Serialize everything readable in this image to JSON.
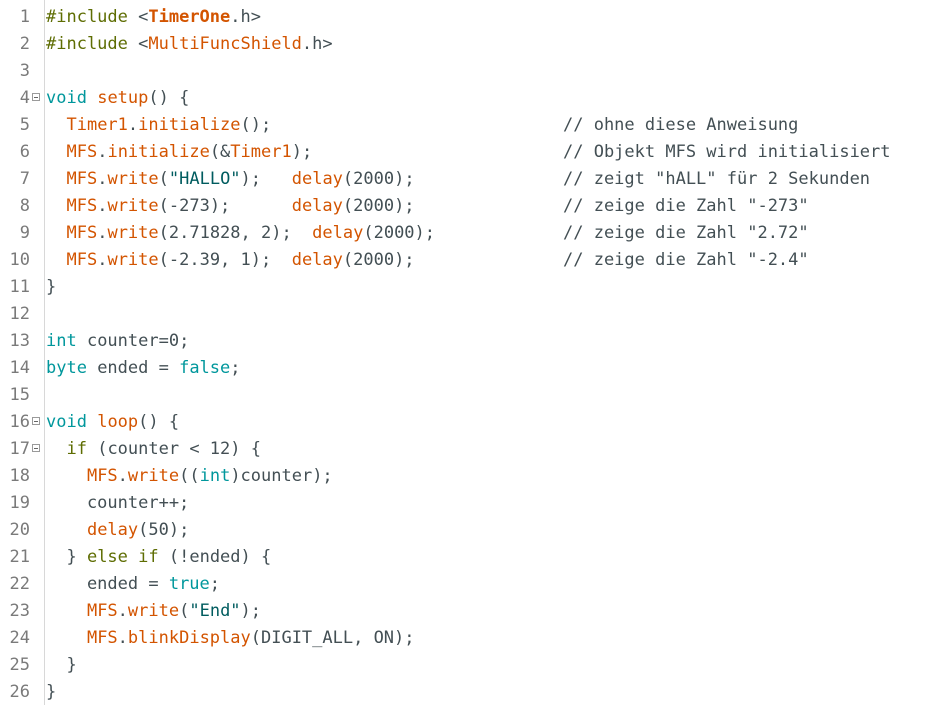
{
  "editor": {
    "lines": [
      {
        "num": "1",
        "fold": false,
        "tokens": [
          {
            "t": "#include ",
            "c": "pre"
          },
          {
            "t": "<",
            "c": "pl"
          },
          {
            "t": "TimerOne",
            "c": "hdr"
          },
          {
            "t": ".h>",
            "c": "pl"
          }
        ],
        "comment": ""
      },
      {
        "num": "2",
        "fold": false,
        "tokens": [
          {
            "t": "#include ",
            "c": "pre"
          },
          {
            "t": "<",
            "c": "pl"
          },
          {
            "t": "MultiFuncShield",
            "c": "fn"
          },
          {
            "t": ".h>",
            "c": "pl"
          }
        ],
        "comment": ""
      },
      {
        "num": "3",
        "fold": false,
        "tokens": [],
        "comment": ""
      },
      {
        "num": "4",
        "fold": true,
        "tokens": [
          {
            "t": "void",
            "c": "kw"
          },
          {
            "t": " ",
            "c": "pl"
          },
          {
            "t": "setup",
            "c": "fn"
          },
          {
            "t": "() {",
            "c": "pl"
          }
        ],
        "comment": ""
      },
      {
        "num": "5",
        "fold": false,
        "tokens": [
          {
            "t": "  ",
            "c": "pl"
          },
          {
            "t": "Timer1",
            "c": "fn"
          },
          {
            "t": ".",
            "c": "pl"
          },
          {
            "t": "initialize",
            "c": "fn"
          },
          {
            "t": "();",
            "c": "pl"
          }
        ],
        "comment": "// ohne diese Anweisung"
      },
      {
        "num": "6",
        "fold": false,
        "tokens": [
          {
            "t": "  ",
            "c": "pl"
          },
          {
            "t": "MFS",
            "c": "fn"
          },
          {
            "t": ".",
            "c": "pl"
          },
          {
            "t": "initialize",
            "c": "fn"
          },
          {
            "t": "(&",
            "c": "pl"
          },
          {
            "t": "Timer1",
            "c": "fn"
          },
          {
            "t": ");",
            "c": "pl"
          }
        ],
        "comment": "// Objekt MFS wird initialisiert"
      },
      {
        "num": "7",
        "fold": false,
        "tokens": [
          {
            "t": "  ",
            "c": "pl"
          },
          {
            "t": "MFS",
            "c": "fn"
          },
          {
            "t": ".",
            "c": "pl"
          },
          {
            "t": "write",
            "c": "fn"
          },
          {
            "t": "(",
            "c": "pl"
          },
          {
            "t": "\"HALLO\"",
            "c": "str"
          },
          {
            "t": ");   ",
            "c": "pl"
          },
          {
            "t": "delay",
            "c": "fn"
          },
          {
            "t": "(2000);",
            "c": "pl"
          }
        ],
        "comment": "// zeigt \"hALL\" für 2 Sekunden"
      },
      {
        "num": "8",
        "fold": false,
        "tokens": [
          {
            "t": "  ",
            "c": "pl"
          },
          {
            "t": "MFS",
            "c": "fn"
          },
          {
            "t": ".",
            "c": "pl"
          },
          {
            "t": "write",
            "c": "fn"
          },
          {
            "t": "(-273);      ",
            "c": "pl"
          },
          {
            "t": "delay",
            "c": "fn"
          },
          {
            "t": "(2000);",
            "c": "pl"
          }
        ],
        "comment": "// zeige die Zahl \"-273\""
      },
      {
        "num": "9",
        "fold": false,
        "tokens": [
          {
            "t": "  ",
            "c": "pl"
          },
          {
            "t": "MFS",
            "c": "fn"
          },
          {
            "t": ".",
            "c": "pl"
          },
          {
            "t": "write",
            "c": "fn"
          },
          {
            "t": "(2.71828, 2);  ",
            "c": "pl"
          },
          {
            "t": "delay",
            "c": "fn"
          },
          {
            "t": "(2000);",
            "c": "pl"
          }
        ],
        "comment": "// zeige die Zahl \"2.72\""
      },
      {
        "num": "10",
        "fold": false,
        "tokens": [
          {
            "t": "  ",
            "c": "pl"
          },
          {
            "t": "MFS",
            "c": "fn"
          },
          {
            "t": ".",
            "c": "pl"
          },
          {
            "t": "write",
            "c": "fn"
          },
          {
            "t": "(-2.39, 1);  ",
            "c": "pl"
          },
          {
            "t": "delay",
            "c": "fn"
          },
          {
            "t": "(2000);",
            "c": "pl"
          }
        ],
        "comment": "// zeige die Zahl \"-2.4\""
      },
      {
        "num": "11",
        "fold": false,
        "tokens": [
          {
            "t": "}",
            "c": "pl"
          }
        ],
        "comment": ""
      },
      {
        "num": "12",
        "fold": false,
        "tokens": [],
        "comment": ""
      },
      {
        "num": "13",
        "fold": false,
        "tokens": [
          {
            "t": "int",
            "c": "kw"
          },
          {
            "t": " counter=0;",
            "c": "pl"
          }
        ],
        "comment": ""
      },
      {
        "num": "14",
        "fold": false,
        "tokens": [
          {
            "t": "byte",
            "c": "kw"
          },
          {
            "t": " ended = ",
            "c": "pl"
          },
          {
            "t": "false",
            "c": "kw"
          },
          {
            "t": ";",
            "c": "pl"
          }
        ],
        "comment": ""
      },
      {
        "num": "15",
        "fold": false,
        "tokens": [],
        "comment": ""
      },
      {
        "num": "16",
        "fold": true,
        "tokens": [
          {
            "t": "void",
            "c": "kw"
          },
          {
            "t": " ",
            "c": "pl"
          },
          {
            "t": "loop",
            "c": "fn"
          },
          {
            "t": "() {",
            "c": "pl"
          }
        ],
        "comment": ""
      },
      {
        "num": "17",
        "fold": true,
        "tokens": [
          {
            "t": "  ",
            "c": "pl"
          },
          {
            "t": "if",
            "c": "pre"
          },
          {
            "t": " (counter < 12) {",
            "c": "pl"
          }
        ],
        "comment": ""
      },
      {
        "num": "18",
        "fold": false,
        "tokens": [
          {
            "t": "    ",
            "c": "pl"
          },
          {
            "t": "MFS",
            "c": "fn"
          },
          {
            "t": ".",
            "c": "pl"
          },
          {
            "t": "write",
            "c": "fn"
          },
          {
            "t": "((",
            "c": "pl"
          },
          {
            "t": "int",
            "c": "kw"
          },
          {
            "t": ")counter);",
            "c": "pl"
          }
        ],
        "comment": ""
      },
      {
        "num": "19",
        "fold": false,
        "tokens": [
          {
            "t": "    counter++;",
            "c": "pl"
          }
        ],
        "comment": ""
      },
      {
        "num": "20",
        "fold": false,
        "tokens": [
          {
            "t": "    ",
            "c": "pl"
          },
          {
            "t": "delay",
            "c": "fn"
          },
          {
            "t": "(50);",
            "c": "pl"
          }
        ],
        "comment": ""
      },
      {
        "num": "21",
        "fold": false,
        "tokens": [
          {
            "t": "  } ",
            "c": "pl"
          },
          {
            "t": "else",
            "c": "pre"
          },
          {
            "t": " ",
            "c": "pl"
          },
          {
            "t": "if",
            "c": "pre"
          },
          {
            "t": " (!ended) {",
            "c": "pl"
          }
        ],
        "comment": ""
      },
      {
        "num": "22",
        "fold": false,
        "tokens": [
          {
            "t": "    ended = ",
            "c": "pl"
          },
          {
            "t": "true",
            "c": "kw"
          },
          {
            "t": ";",
            "c": "pl"
          }
        ],
        "comment": ""
      },
      {
        "num": "23",
        "fold": false,
        "tokens": [
          {
            "t": "    ",
            "c": "pl"
          },
          {
            "t": "MFS",
            "c": "fn"
          },
          {
            "t": ".",
            "c": "pl"
          },
          {
            "t": "write",
            "c": "fn"
          },
          {
            "t": "(",
            "c": "pl"
          },
          {
            "t": "\"End\"",
            "c": "str"
          },
          {
            "t": ");",
            "c": "pl"
          }
        ],
        "comment": ""
      },
      {
        "num": "24",
        "fold": false,
        "tokens": [
          {
            "t": "    ",
            "c": "pl"
          },
          {
            "t": "MFS",
            "c": "fn"
          },
          {
            "t": ".",
            "c": "pl"
          },
          {
            "t": "blinkDisplay",
            "c": "fn"
          },
          {
            "t": "(DIGIT_ALL, ON);",
            "c": "pl"
          }
        ],
        "comment": ""
      },
      {
        "num": "25",
        "fold": false,
        "tokens": [
          {
            "t": "  }",
            "c": "pl"
          }
        ],
        "comment": ""
      },
      {
        "num": "26",
        "fold": false,
        "tokens": [
          {
            "t": "}",
            "c": "pl"
          }
        ],
        "comment": ""
      }
    ]
  }
}
